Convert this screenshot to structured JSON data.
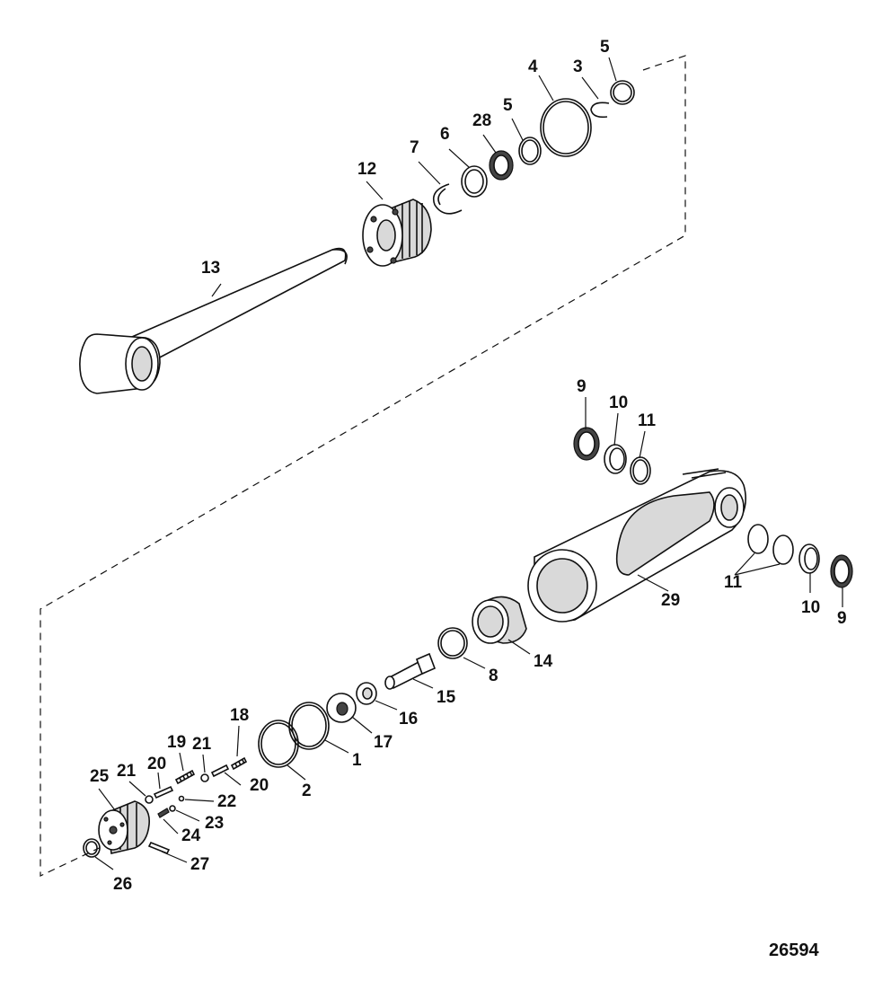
{
  "diagram": {
    "reference_number": "26594",
    "callouts": {
      "c1": "1",
      "c2": "2",
      "c3": "3",
      "c4": "4",
      "c5a": "5",
      "c5b": "5",
      "c6": "6",
      "c7": "7",
      "c8": "8",
      "c9a": "9",
      "c9b": "9",
      "c10a": "10",
      "c10b": "10",
      "c11a": "11",
      "c11b": "11",
      "c12": "12",
      "c13": "13",
      "c14": "14",
      "c15": "15",
      "c16": "16",
      "c17": "17",
      "c18": "18",
      "c19": "19",
      "c20a": "20",
      "c20b": "20",
      "c21a": "21",
      "c21b": "21",
      "c22": "22",
      "c23": "23",
      "c24": "24",
      "c25": "25",
      "c26": "26",
      "c27": "27",
      "c28": "28",
      "c29": "29"
    }
  }
}
